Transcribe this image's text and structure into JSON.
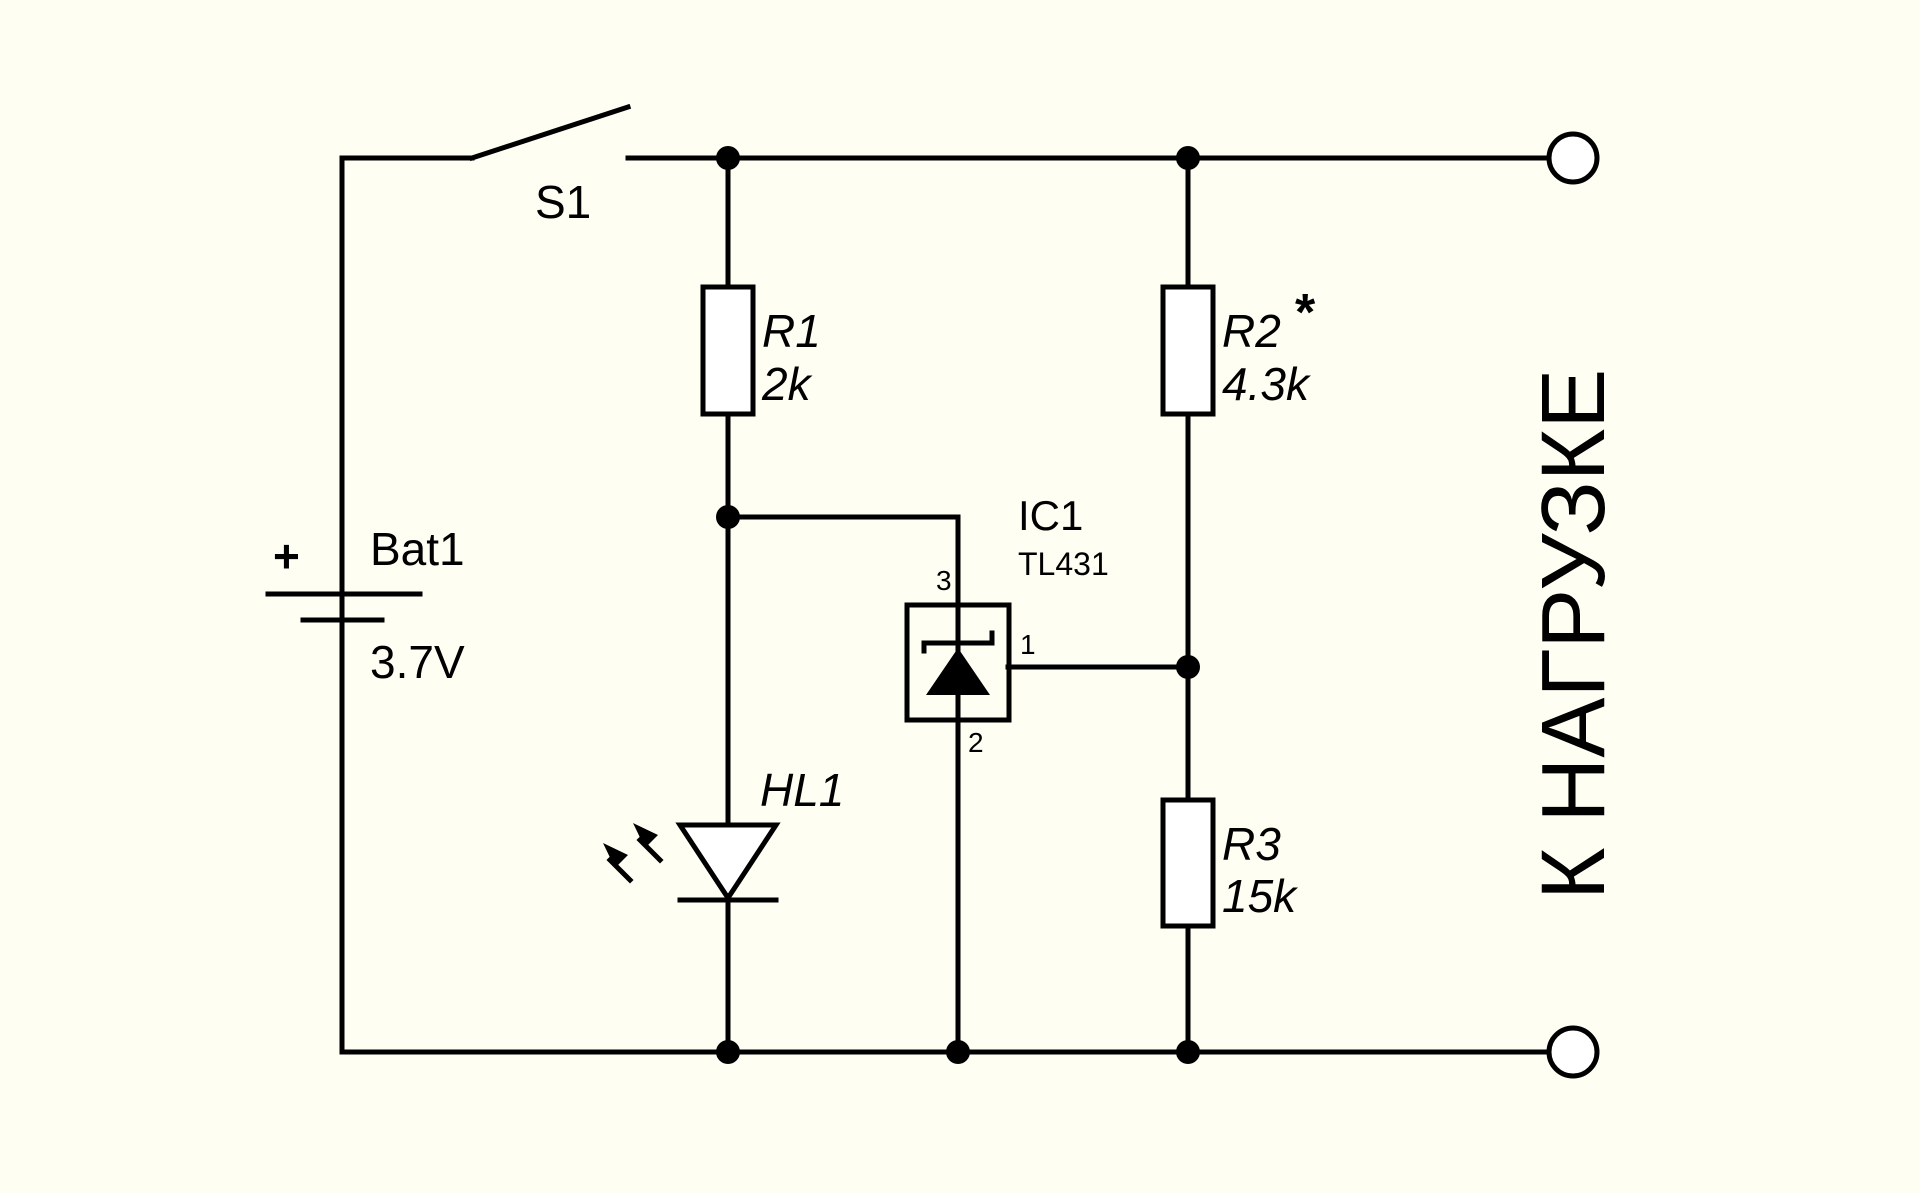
{
  "colors": {
    "background": "#fefef3",
    "line": "#000000",
    "fill": "#ffffff"
  },
  "components": {
    "battery": {
      "ref": "Bat1",
      "value": "3.7V",
      "polarity": "+"
    },
    "switch": {
      "ref": "S1"
    },
    "r1": {
      "ref": "R1",
      "value": "2k"
    },
    "r2": {
      "ref": "R2",
      "value": "4.3k",
      "note": "*"
    },
    "r3": {
      "ref": "R3",
      "value": "15k"
    },
    "led": {
      "ref": "HL1"
    },
    "ic": {
      "ref": "IC1",
      "part": "TL431",
      "pins": {
        "cathode": "3",
        "ref": "1",
        "anode": "2"
      }
    }
  },
  "output_label": "К НАГРУЗКЕ"
}
